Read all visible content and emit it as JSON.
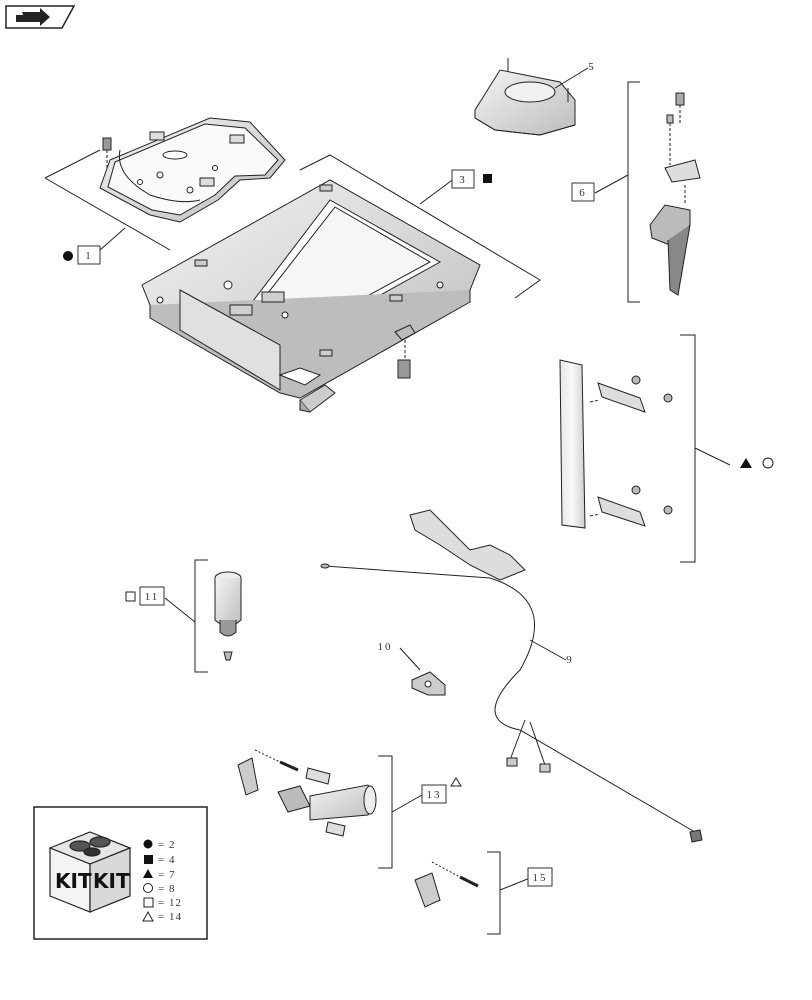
{
  "nav": {
    "icon": "next-arrow-icon"
  },
  "callouts": {
    "c1": "1",
    "c3": "3",
    "c5": "5",
    "c6": "6",
    "c9": "9",
    "c10": "10",
    "c11": "11",
    "c13": "13",
    "c15": "15"
  },
  "kit": {
    "label_left": "KIT",
    "label_right": "KIT",
    "legend": [
      {
        "symbol": "filled-circle",
        "text": "= 2"
      },
      {
        "symbol": "filled-square",
        "text": "= 4"
      },
      {
        "symbol": "filled-triangle",
        "text": "= 7"
      },
      {
        "symbol": "open-circle",
        "text": "= 8"
      },
      {
        "symbol": "open-square",
        "text": "= 12"
      },
      {
        "symbol": "open-triangle",
        "text": "= 14"
      }
    ]
  },
  "colors": {
    "line": "#222222",
    "fill_light": "#f2f2f2",
    "fill_mid": "#cfcfcf",
    "fill_dark": "#555555"
  }
}
